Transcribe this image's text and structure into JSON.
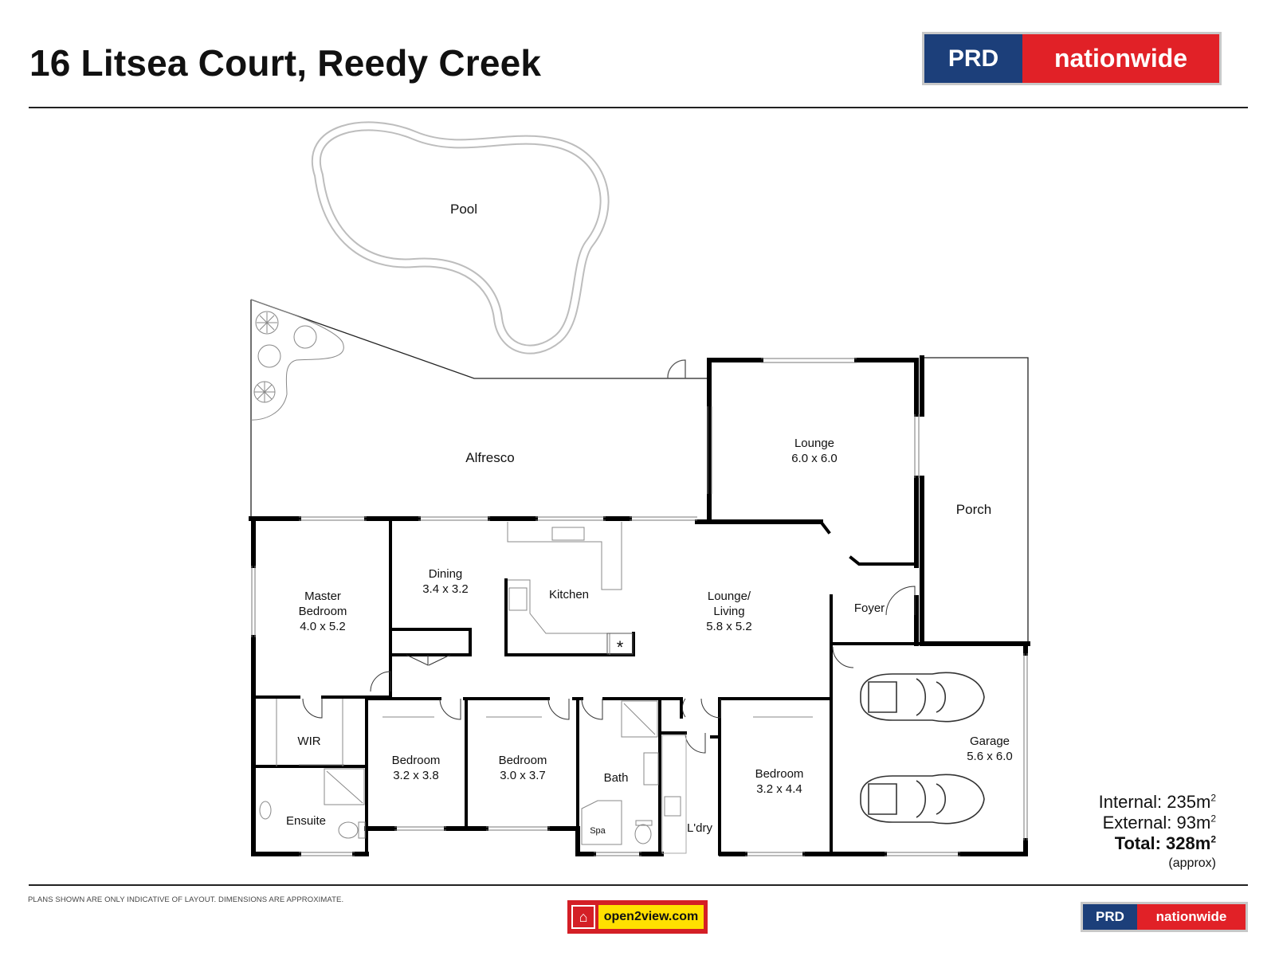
{
  "header": {
    "title": "16 Litsea Court, Reedy Creek",
    "logo_left": "PRD",
    "logo_right": "nationwide"
  },
  "rooms": {
    "pool": "Pool",
    "alfresco": "Alfresco",
    "lounge": {
      "name": "Lounge",
      "dims": "6.0 x 6.0"
    },
    "porch": "Porch",
    "master": {
      "line1": "Master",
      "line2": "Bedroom",
      "dims": "4.0 x 5.2"
    },
    "dining": {
      "name": "Dining",
      "dims": "3.4 x 3.2"
    },
    "kitchen": "Kitchen",
    "living": {
      "line1": "Lounge/",
      "line2": "Living",
      "dims": "5.8 x 5.2"
    },
    "foyer": "Foyer",
    "wir": "WIR",
    "ensuite": "Ensuite",
    "bed2": {
      "name": "Bedroom",
      "dims": "3.2 x 3.8"
    },
    "bed3": {
      "name": "Bedroom",
      "dims": "3.0 x 3.7"
    },
    "bath": "Bath",
    "spa": "Spa",
    "laundry": "L'dry",
    "bed4": {
      "name": "Bedroom",
      "dims": "3.2 x 4.4"
    },
    "garage": {
      "name": "Garage",
      "dims": "5.6 x 6.0"
    }
  },
  "areas": {
    "internal_label": "Internal: 235m",
    "external_label": "External: 93m",
    "total_label": "Total: 328m",
    "unit_sup": "2",
    "approx": "(approx)"
  },
  "footer": {
    "disclaimer": "PLANS SHOWN ARE ONLY INDICATIVE OF LAYOUT. DIMENSIONS ARE APPROXIMATE.",
    "open2view": "open2view.com",
    "logo_left": "PRD",
    "logo_right": "nationwide"
  },
  "colors": {
    "prd_blue": "#1c3f7a",
    "nationwide_red": "#e12127",
    "open2view_yellow": "#ffe000"
  }
}
